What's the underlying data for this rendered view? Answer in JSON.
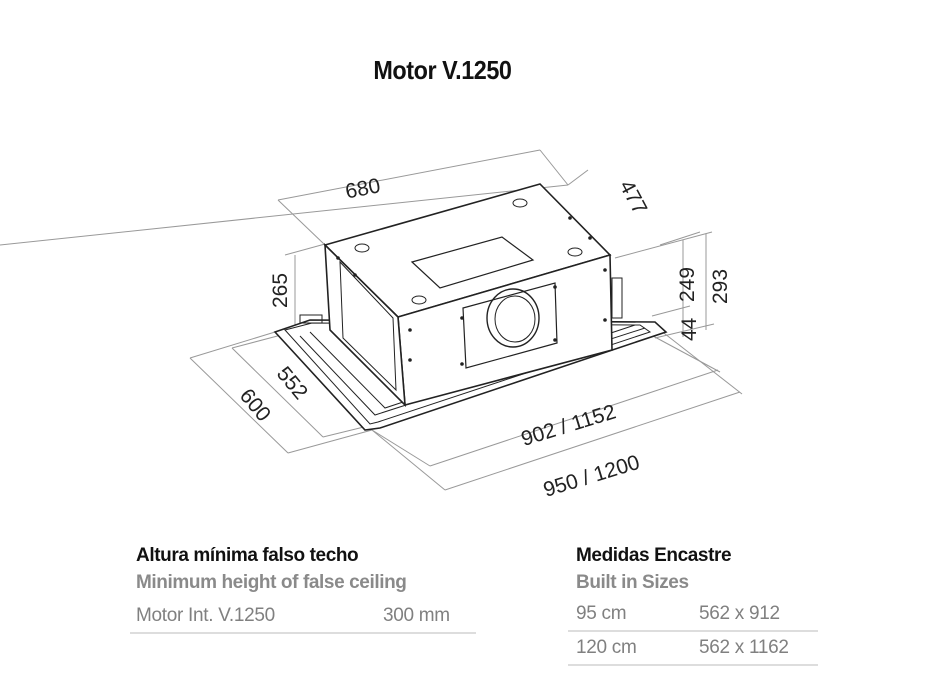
{
  "title": "Motor V.1250",
  "drawing": {
    "subject": "ceiling-mounted-hood-isometric",
    "dimensions": {
      "top_width": "680",
      "top_depth": "477",
      "body_height": "265",
      "motor_height": "249",
      "total_height": "293",
      "frame_height": "44",
      "inner_depth": "552",
      "outer_depth": "600",
      "inner_width": "902 / 1152",
      "outer_width": "950 / 1200"
    }
  },
  "min_height": {
    "heading_es": "Altura mínima falso techo",
    "heading_en": "Minimum height of false ceiling",
    "rows": [
      {
        "label": "Motor Int. V.1250",
        "value": "300 mm"
      }
    ]
  },
  "built_in": {
    "heading_es": "Medidas Encastre",
    "heading_en": "Built in Sizes",
    "rows": [
      {
        "label": "95 cm",
        "value": "562 x 912"
      },
      {
        "label": "120 cm",
        "value": "562 x 1162"
      }
    ]
  }
}
